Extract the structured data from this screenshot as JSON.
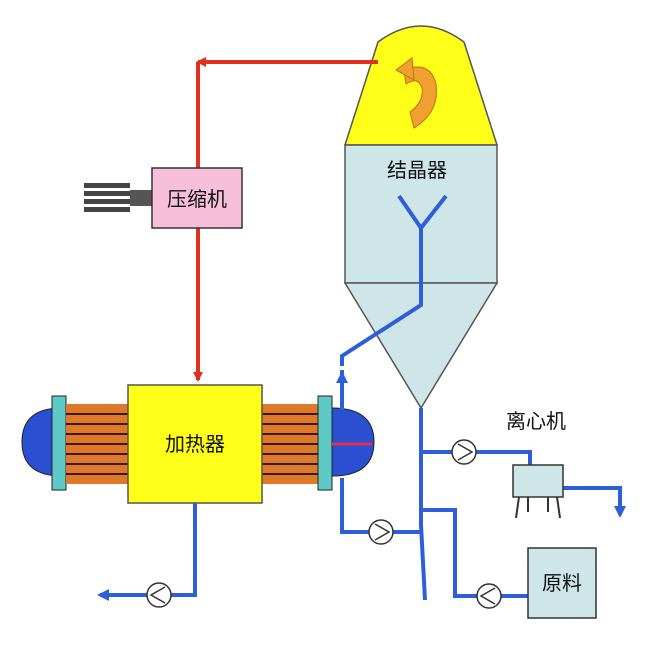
{
  "labels": {
    "compressor": "压缩机",
    "crystallizer": "结晶器",
    "heater": "加热器",
    "centrifuge": "离心机",
    "raw_material": "原料"
  },
  "colors": {
    "vapor_line": "#e0301e",
    "liquid_line": "#2f5fd8",
    "crystallizer_top": "#ffff1a",
    "crystallizer_body": "#cfe6e8",
    "heater_body": "#ffff1a",
    "compressor_box": "#f7bfd9",
    "heater_cap": "#2a4fd0",
    "heater_flange": "#5fc9c6",
    "heater_tubes": "#e0782a",
    "swirl_arrow": "#f0a030",
    "raw_box": "#cfe6e8",
    "centrifuge_box": "#cfe6e8"
  },
  "icons": {
    "pump": "pump-icon",
    "swirl": "swirl-arrow-icon",
    "motor": "motor-icon"
  }
}
